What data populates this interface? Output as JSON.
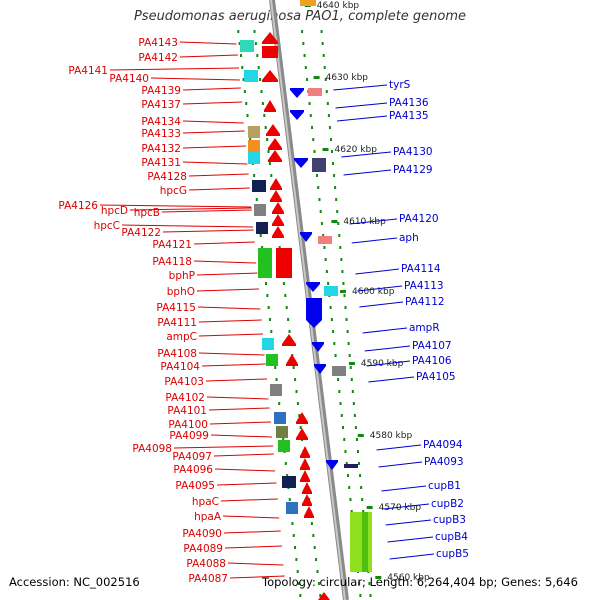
{
  "title": "Pseudomonas aeruginosa PAO1, complete genome",
  "footer": {
    "accession": "Accession: NC_002516",
    "summary": "Topology: circular; Length: 6,264,404 bp; Genes: 5,646"
  },
  "colors": {
    "left_label": "#dd0000",
    "right_label": "#0000cc",
    "backbone": "#a0a0a0",
    "tick": "#118811"
  },
  "scale_labels": [
    "4640 kbp",
    "4630 kbp",
    "4620 kbp",
    "4610 kbp",
    "4600 kbp",
    "4590 kbp",
    "4580 kbp",
    "4570 kbp",
    "4560 kbp"
  ],
  "left_genes": [
    "PA4143",
    "PA4142",
    "PA4141",
    "PA4140",
    "PA4139",
    "PA4137",
    "PA4134",
    "PA4133",
    "PA4132",
    "PA4131",
    "PA4128",
    "hpcG",
    "PA4126",
    "hpcD",
    "hpcB",
    "hpcC",
    "PA4122",
    "PA4121",
    "PA4118",
    "bphP",
    "bphO",
    "PA4115",
    "PA4111",
    "ampC",
    "PA4108",
    "PA4104",
    "PA4103",
    "PA4102",
    "PA4101",
    "PA4100",
    "PA4099",
    "PA4098",
    "PA4097",
    "PA4096",
    "PA4095",
    "hpaC",
    "hpaA",
    "PA4090",
    "PA4089",
    "PA4088",
    "PA4087"
  ],
  "right_genes": [
    "tyrS",
    "PA4136",
    "PA4135",
    "PA4130",
    "PA4129",
    "PA4120",
    "aph",
    "PA4114",
    "PA4113",
    "PA4112",
    "ampR",
    "PA4107",
    "PA4106",
    "PA4105",
    "PA4094",
    "PA4093",
    "cupB1",
    "cupB2",
    "cupB3",
    "cupB4",
    "cupB5"
  ]
}
